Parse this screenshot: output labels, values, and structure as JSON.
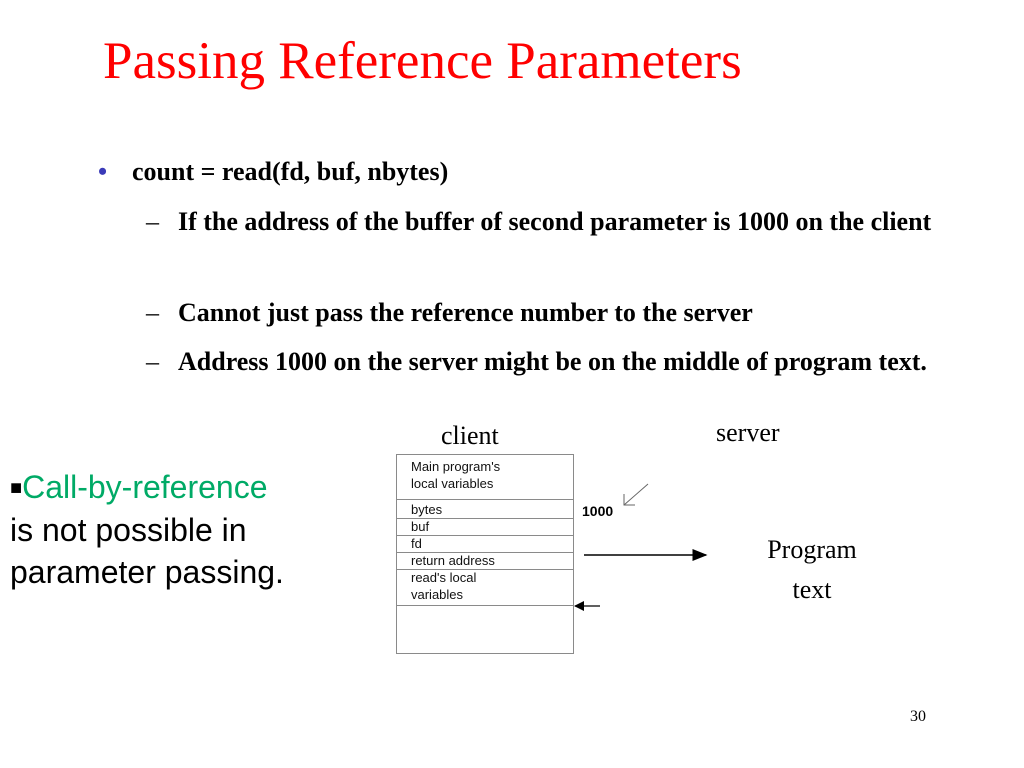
{
  "slide": {
    "title": "Passing Reference Parameters",
    "bullet": {
      "marker": "•",
      "text": "count = read(fd, buf, nbytes)"
    },
    "subbullets": [
      {
        "marker": "–",
        "text": "If the address of the buffer of second parameter is 1000 on the client"
      },
      {
        "marker": "–",
        "text": "Cannot just pass the reference number to the server"
      },
      {
        "marker": "–",
        "text": "Address 1000 on the server might be on the middle of program text."
      }
    ],
    "note": {
      "marker": "■",
      "highlight": "Call-by-reference",
      "line2": "is not possible in",
      "line3": "parameter passing."
    },
    "page_number": "30",
    "colors": {
      "title": "#ff0000",
      "bullet": "#3a3ab8",
      "highlight": "#00aa66"
    }
  },
  "diagram": {
    "client_label": "client",
    "server_label": "server",
    "stack_items": [
      "Main program's",
      "local variables",
      "bytes",
      "buf",
      "fd",
      "return address",
      "read's local",
      "variables"
    ],
    "address_label": "1000",
    "program_text_line1": "Program",
    "program_text_line2": "text"
  }
}
